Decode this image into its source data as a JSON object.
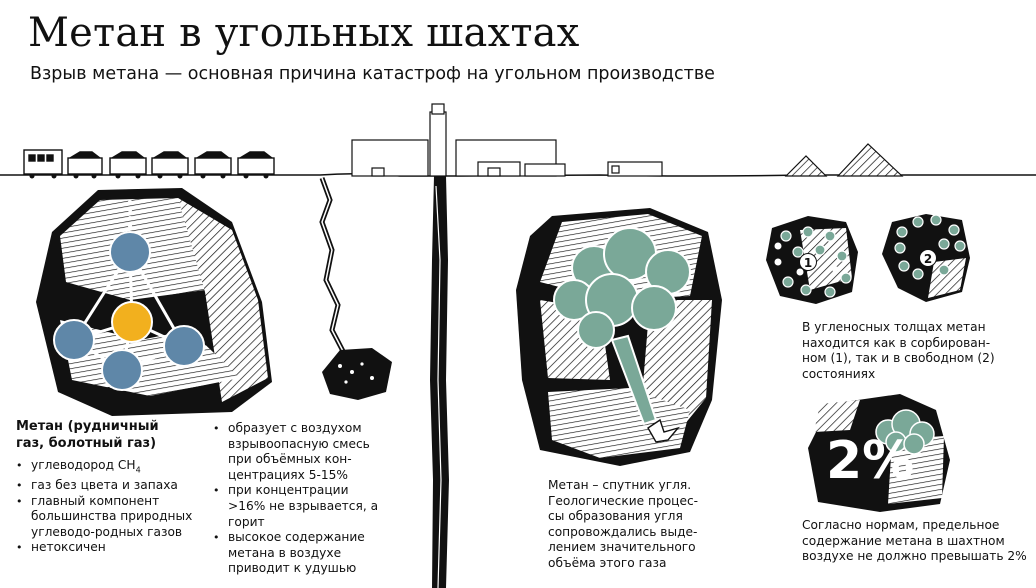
{
  "header": {
    "title": "Метан в угольных шахтах",
    "subtitle": "Взрыв метана — основная причина катастроф на угольном производстве"
  },
  "methane": {
    "heading_line1": "Метан (рудничный",
    "heading_line2": "газ, болотный газ)",
    "bullets_col1": [
      "углеводород СН",
      "газ без цвета и запаха",
      "главный компонент большинства природных углеводо-родных газов",
      "нетоксичен"
    ],
    "formula_subscript": "4",
    "bullets_col2": [
      "образует с воздухом взрывоопасную смесь при объёмных кон-центрациях 5-15%",
      "при концентрации >16% не взрывается, а горит",
      "высокое содержание метана в воздухе приводит к удушью"
    ]
  },
  "companion": {
    "text": "Метан – спутник угля. Геологические процес-сы образования угля сопровождались выде-лением значительного объёма этого газа"
  },
  "states": {
    "label_1": "1",
    "label_2": "2",
    "text": "В угленосных толщах метан находится как в сорбирован-ном (1), так и в свободном (2) состояниях"
  },
  "norm": {
    "big_label": "2%",
    "text": "Согласно нормам, предельное содержание метана в шахтном воздухе не должно превышать 2%"
  },
  "colors": {
    "ink": "#111111",
    "gas_green": "#7aa898",
    "atom_blue": "#5f87a8",
    "atom_orange": "#f2b01e"
  }
}
